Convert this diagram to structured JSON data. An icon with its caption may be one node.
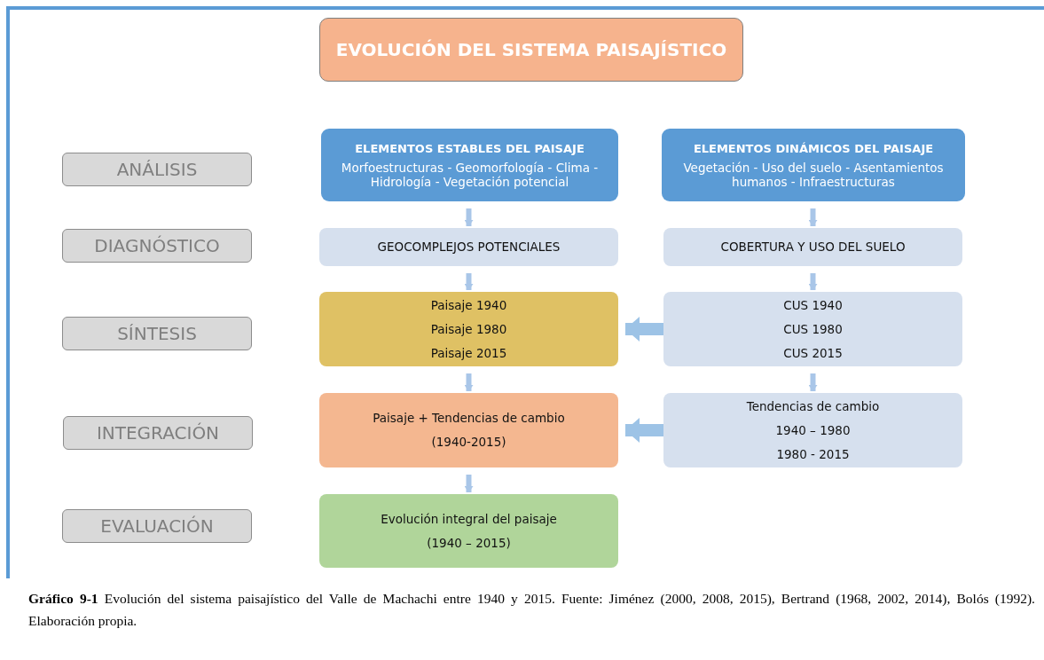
{
  "diagram": {
    "title": "EVOLUCIÓN DEL SISTEMA PAISAJÍSTICO",
    "caption": "**Gráfico 9-1** Evolución del sistema paisajístico del Valle de Machachi entre 1940 y 2015. Fuente: Jiménez (2000, 2008, 2015), Bertrand (1968, 2002, 2014), Bolós (1992). Elaboración propia.",
    "nodes": [
      {
        "text": [
          "ANÁLISIS"
        ]
      },
      {
        "text": [
          "ELEMENTOS ESTABLES DEL PAISAJE",
          "Morfoestructuras - Geomorfología - Clima - Hidrología - Vegetación potencial"
        ]
      },
      {
        "text": [
          "ELEMENTOS DINÁMICOS DEL PAISAJE",
          "Vegetación - Uso del suelo - Asentamientos humanos - Infraestructuras"
        ]
      },
      {
        "text": [
          "DIAGNÓSTICO"
        ]
      },
      {
        "text": [
          "GEOCOMPLEJOS POTENCIALES"
        ]
      },
      {
        "text": [
          "COBERTURA Y USO DEL SUELO"
        ]
      },
      {
        "text": [
          "SÍNTESIS"
        ]
      },
      {
        "text": [
          "Paisaje 1940",
          "Paisaje 1980",
          "Paisaje 2015"
        ]
      },
      {
        "text": [
          "CUS 1940",
          "CUS 1980",
          "CUS 2015"
        ]
      },
      {
        "text": [
          "INTEGRACIÓN"
        ]
      },
      {
        "text": [
          "Paisaje + Tendencias de cambio",
          "(1940-2015)"
        ]
      },
      {
        "text": [
          "Tendencias de cambio",
          "1940 – 1980",
          "1980 - 2015"
        ]
      },
      {
        "text": [
          "EVALUACIÓN"
        ]
      },
      {
        "text": [
          "Evolución integral del paisaje",
          "(1940 – 2015)"
        ]
      }
    ],
    "edges": [
      {
        "from": 1,
        "to": 4,
        "arrow": "to"
      },
      {
        "from": 2,
        "to": 5,
        "arrow": "to"
      },
      {
        "from": 4,
        "to": 7,
        "arrow": "to"
      },
      {
        "from": 5,
        "to": 8,
        "arrow": "to"
      },
      {
        "from": 8,
        "to": 7,
        "arrow": "to",
        "style": "thick"
      },
      {
        "from": 7,
        "to": 10,
        "arrow": "to"
      },
      {
        "from": 8,
        "to": 11,
        "arrow": "to"
      },
      {
        "from": 11,
        "to": 10,
        "arrow": "to",
        "style": "thick"
      },
      {
        "from": 10,
        "to": 13,
        "arrow": "to"
      }
    ]
  }
}
